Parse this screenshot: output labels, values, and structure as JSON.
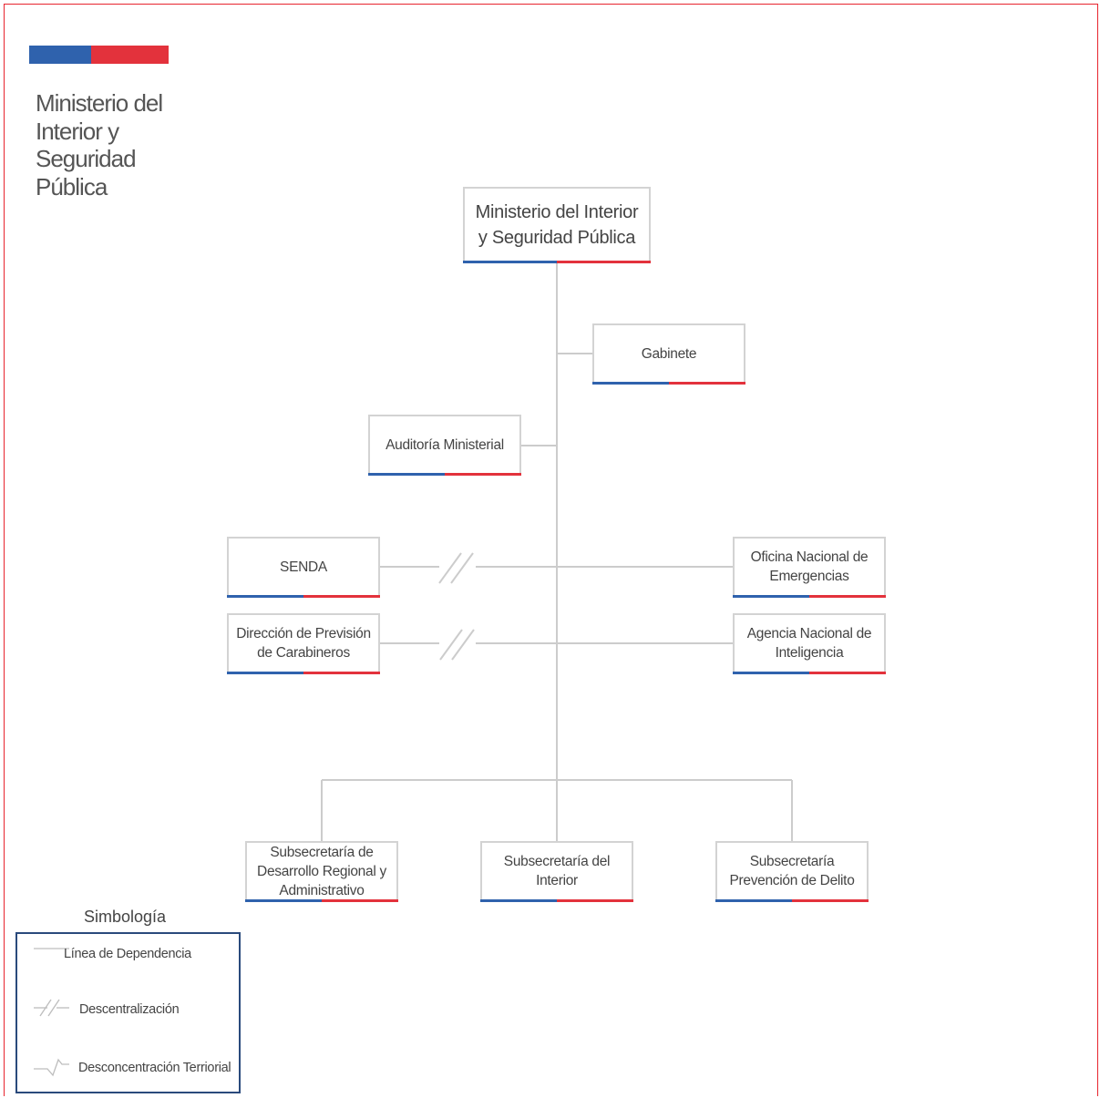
{
  "header": {
    "org_name": "Ministerio del\nInterior y\nSeguridad\nPública"
  },
  "chart": {
    "root": "Ministerio del Interior y Seguridad Pública",
    "gabinete": "Gabinete",
    "auditoria": "Auditoría Ministerial",
    "senda": "SENDA",
    "onemi": "Oficina Nacional de Emergencias",
    "dipreca": "Dirección de Previsión de Carabineros",
    "ani": "Agencia Nacional de Inteligencia",
    "subdere": "Subsecretaría de Desarrollo Regional y Administrativo",
    "sub_interior": "Subsecretaría del Interior",
    "sub_prevencion": "Subsecretaría Prevención de Delito"
  },
  "legend": {
    "title": "Simbología",
    "items": [
      {
        "label": "Línea de Dependencia",
        "icon": "line-icon"
      },
      {
        "label": "Descentralización",
        "icon": "double-slash-icon"
      },
      {
        "label": "Desconcentración Terriorial",
        "icon": "zigzag-icon"
      }
    ]
  },
  "colors": {
    "blue": "#2f62ad",
    "red": "#e3323c",
    "connector": "#cccccc",
    "legend_border": "#2a4a7c"
  }
}
